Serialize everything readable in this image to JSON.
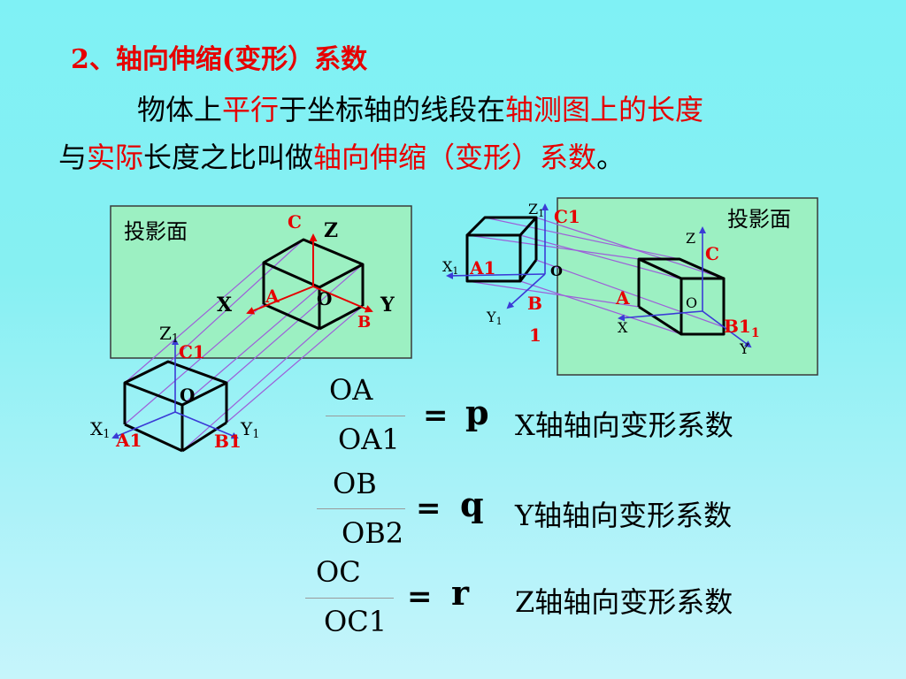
{
  "title": "2、轴向伸缩(变形）系数",
  "definition": {
    "line1": [
      {
        "text": "物体上",
        "highlight": false
      },
      {
        "text": "平行",
        "highlight": true
      },
      {
        "text": "于坐标轴的线段在",
        "highlight": false
      },
      {
        "text": "轴测图上的长度",
        "highlight": true
      }
    ],
    "line2": [
      {
        "text": "与",
        "highlight": false
      },
      {
        "text": "实际",
        "highlight": true
      },
      {
        "text": "长度之比叫做",
        "highlight": false
      },
      {
        "text": "轴向伸缩（变形）系数",
        "highlight": true
      },
      {
        "text": "。",
        "highlight": false
      }
    ]
  },
  "diagram_left": {
    "panel_label": "投影面",
    "labels": {
      "C": "C",
      "Z": "Z",
      "X": "X",
      "A": "A",
      "O": "O",
      "Y": "Y",
      "B": "B",
      "Z1": "Z",
      "Z1_sub": "1",
      "C1": "C1",
      "O1": "O",
      "X1": "X",
      "X1_sub": "1",
      "A1": "A1",
      "Y1": "Y",
      "Y1_sub": "1",
      "B1": "B1"
    }
  },
  "diagram_right": {
    "panel_label": "投影面",
    "labels": {
      "Z1": "Z",
      "Z1_sub": "1",
      "C1": "C1",
      "X1": "X",
      "X1_sub": "1",
      "A1": "A1",
      "O1": "O",
      "Y1": "Y",
      "Y1_sub": "1",
      "B1_top": "B",
      "B1_bottom": "1",
      "Z": "Z",
      "C": "C",
      "A": "A",
      "O": "O",
      "X": "X",
      "B1": "B1",
      "B1_sub": "1",
      "Y": "Y"
    }
  },
  "formulas": [
    {
      "numerator": "OA",
      "denominator": "OA1",
      "equals": "=",
      "coefficient": "p",
      "description": "X轴轴向变形系数"
    },
    {
      "numerator": "OB",
      "denominator": "OB2",
      "equals": "=",
      "coefficient": "q",
      "description": "Y轴轴向变形系数"
    },
    {
      "numerator": "OC",
      "denominator": "OC1",
      "equals": "=",
      "coefficient": "r",
      "description": "Z轴轴向变形系数"
    }
  ],
  "colors": {
    "background_top": "#7ff1f5",
    "background_bottom": "#c6f5fb",
    "highlight": "#e60000",
    "panel_fill": "#9cf0c2",
    "projection_lines": "#9d5fd9",
    "axis_arrows": "#3b3bd6",
    "label_red": "#e60000"
  }
}
